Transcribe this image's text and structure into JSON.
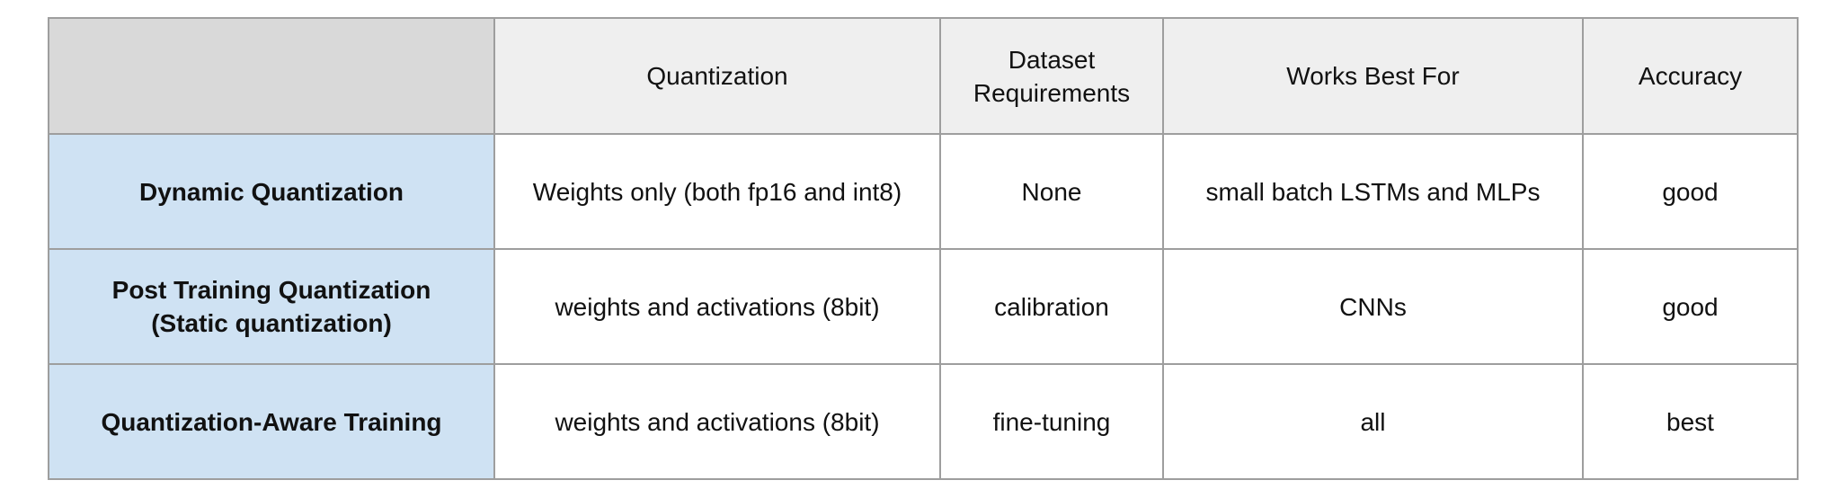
{
  "table": {
    "headers": [
      "",
      "Quantization",
      "Dataset Requirements",
      "Works Best For",
      "Accuracy"
    ],
    "header_lines": {
      "dataset_1": "Dataset",
      "dataset_2": "Requirements"
    },
    "rows": [
      {
        "label_lines": [
          "Dynamic Quantization"
        ],
        "cells": [
          "Weights only (both fp16 and int8)",
          "None",
          "small batch LSTMs and MLPs",
          "good"
        ]
      },
      {
        "label_lines": [
          "Post Training Quantization",
          "(Static quantization)"
        ],
        "cells": [
          "weights and activations (8bit)",
          "calibration",
          "CNNs",
          "good"
        ]
      },
      {
        "label_lines": [
          "Quantization-Aware Training"
        ],
        "cells": [
          "weights and activations (8bit)",
          "fine-tuning",
          "all",
          "best"
        ]
      }
    ]
  },
  "colors": {
    "header_bg": "#efefef",
    "corner_bg": "#d9d9d9",
    "row_label_bg": "#cfe2f3",
    "border": "#9e9e9e"
  }
}
